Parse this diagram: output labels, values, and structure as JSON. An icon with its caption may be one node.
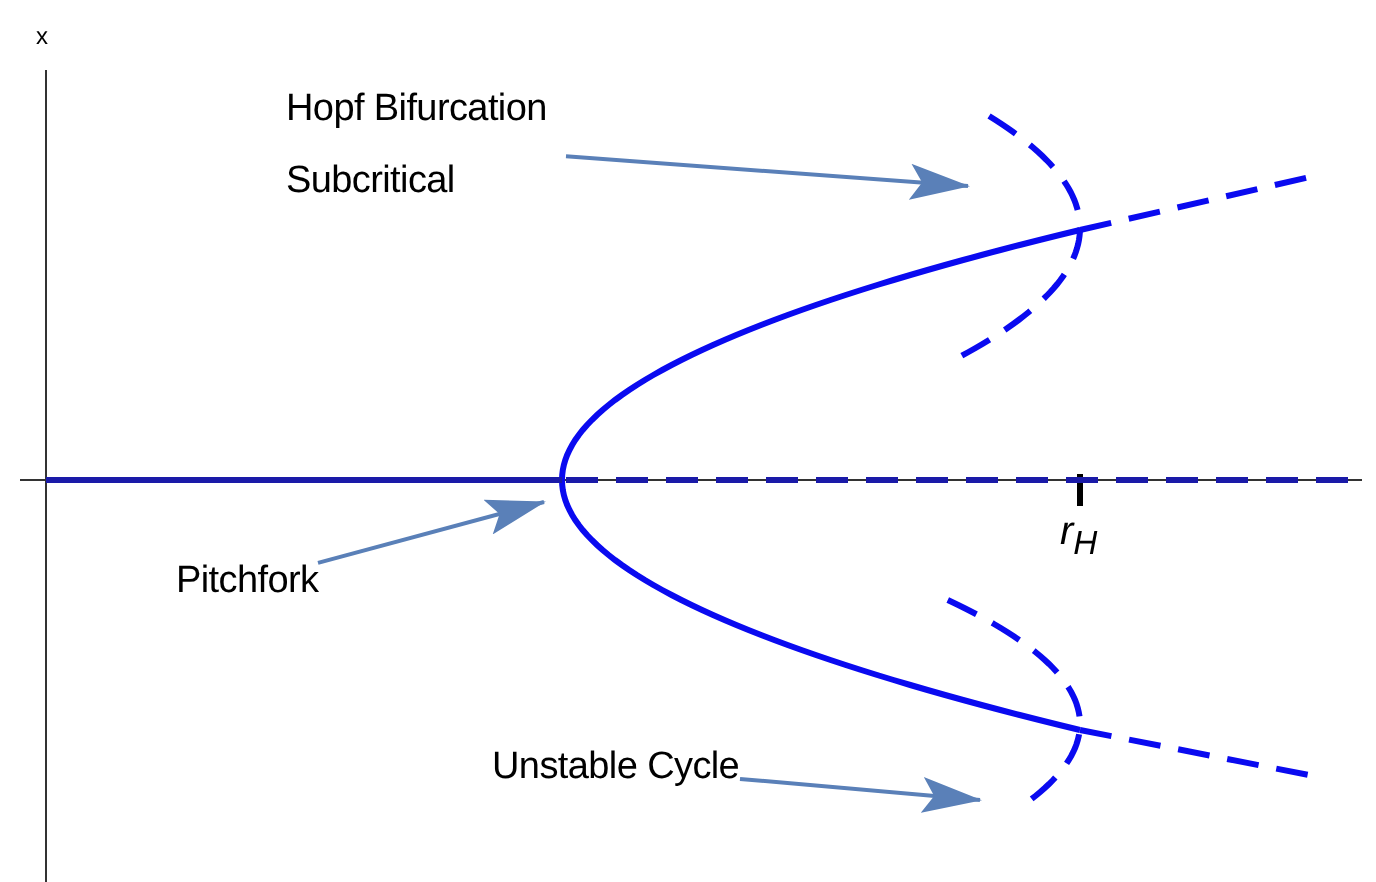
{
  "diagram": {
    "nodes": [
      {
        "text": [
          "Hopf Bifurcation Subcritical"
        ]
      },
      {
        "text": [
          "Pitchfork"
        ]
      },
      {
        "text": [
          "Unstable Cycle"
        ]
      }
    ],
    "edges": [
      {
        "from": 0,
        "to": null,
        "arrow": "to"
      },
      {
        "from": 1,
        "to": null,
        "arrow": "to"
      },
      {
        "from": 2,
        "to": null,
        "arrow": "to"
      }
    ],
    "labels": [
      "x",
      "r$_{H}$"
    ]
  }
}
